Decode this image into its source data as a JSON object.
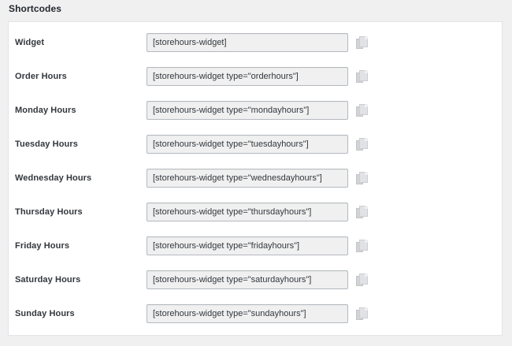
{
  "page": {
    "title": "Shortcodes",
    "background_color": "#f0f0f1",
    "card_background_color": "#ffffff",
    "card_border_color": "#e2e4e7",
    "input_background_color": "#f0f0f0",
    "input_border_color": "#b4b9be",
    "text_color": "#32373c",
    "icon_color": "#c3c4c7"
  },
  "shortcodes": {
    "copy_icon_name": "copy-icon",
    "copy_button_title": "Copy",
    "rows": [
      {
        "label": "Widget",
        "value": "[storehours-widget]"
      },
      {
        "label": "Order Hours",
        "value": "[storehours-widget type=\"orderhours\"]"
      },
      {
        "label": "Monday Hours",
        "value": "[storehours-widget type=\"mondayhours\"]"
      },
      {
        "label": "Tuesday Hours",
        "value": "[storehours-widget type=\"tuesdayhours\"]"
      },
      {
        "label": "Wednesday Hours",
        "value": "[storehours-widget type=\"wednesdayhours\"]"
      },
      {
        "label": "Thursday Hours",
        "value": "[storehours-widget type=\"thursdayhours\"]"
      },
      {
        "label": "Friday Hours",
        "value": "[storehours-widget type=\"fridayhours\"]"
      },
      {
        "label": "Saturday Hours",
        "value": "[storehours-widget type=\"saturdayhours\"]"
      },
      {
        "label": "Sunday Hours",
        "value": "[storehours-widget type=\"sundayhours\"]"
      }
    ]
  }
}
